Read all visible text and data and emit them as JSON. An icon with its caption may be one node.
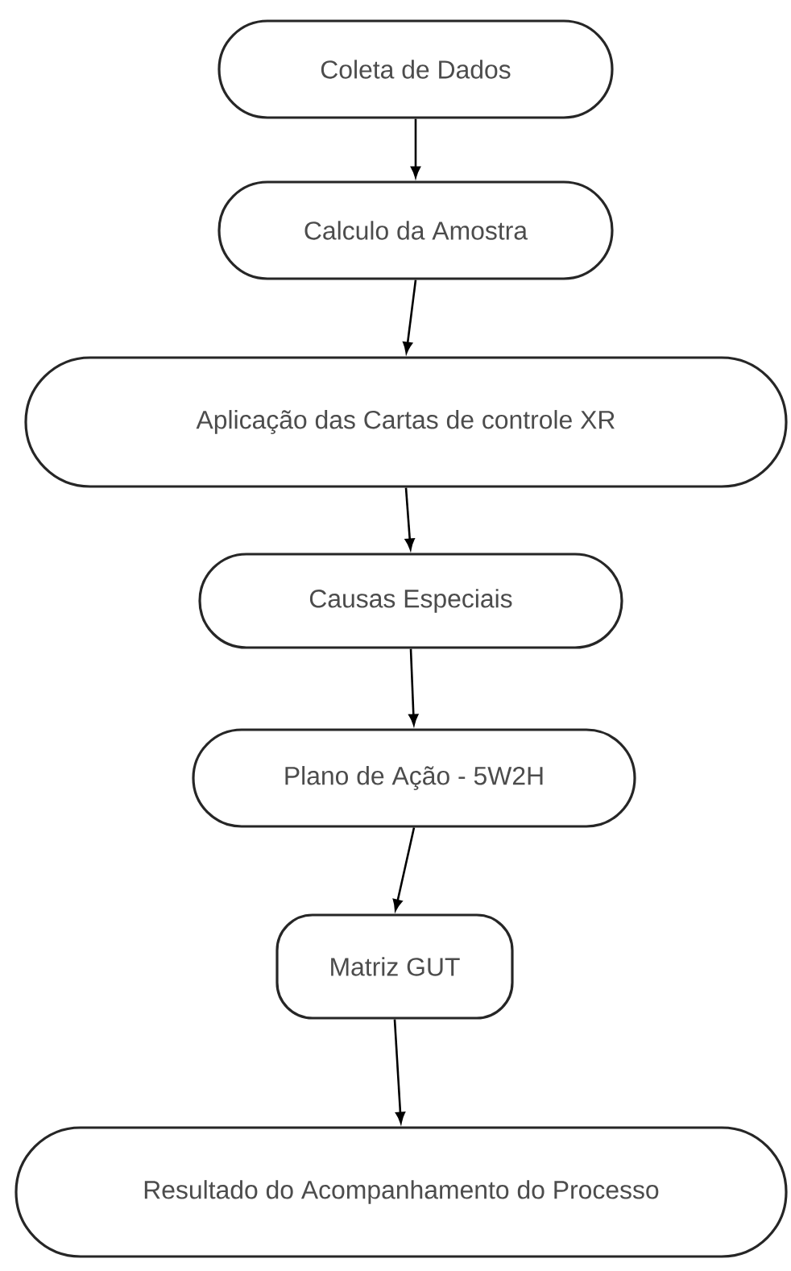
{
  "diagram": {
    "nodes": [
      {
        "text": [
          "Coleta de Dados"
        ]
      },
      {
        "text": [
          "Calculo da Amostra"
        ]
      },
      {
        "text": [
          "Aplicação das Cartas de controle XR"
        ]
      },
      {
        "text": [
          "Causas Especiais"
        ]
      },
      {
        "text": [
          "Plano de Ação - 5W2H"
        ]
      },
      {
        "text": [
          "Matriz GUT"
        ]
      },
      {
        "text": [
          "Resultado do Acompanhamento do Processo"
        ]
      }
    ],
    "edges": [
      {
        "from": 0,
        "to": 1,
        "arrow": "to"
      },
      {
        "from": 1,
        "to": 2,
        "arrow": "to"
      },
      {
        "from": 2,
        "to": 3,
        "arrow": "to"
      },
      {
        "from": 3,
        "to": 4,
        "arrow": "to"
      },
      {
        "from": 4,
        "to": 5,
        "arrow": "to"
      },
      {
        "from": 5,
        "to": 6,
        "arrow": "to"
      }
    ]
  }
}
